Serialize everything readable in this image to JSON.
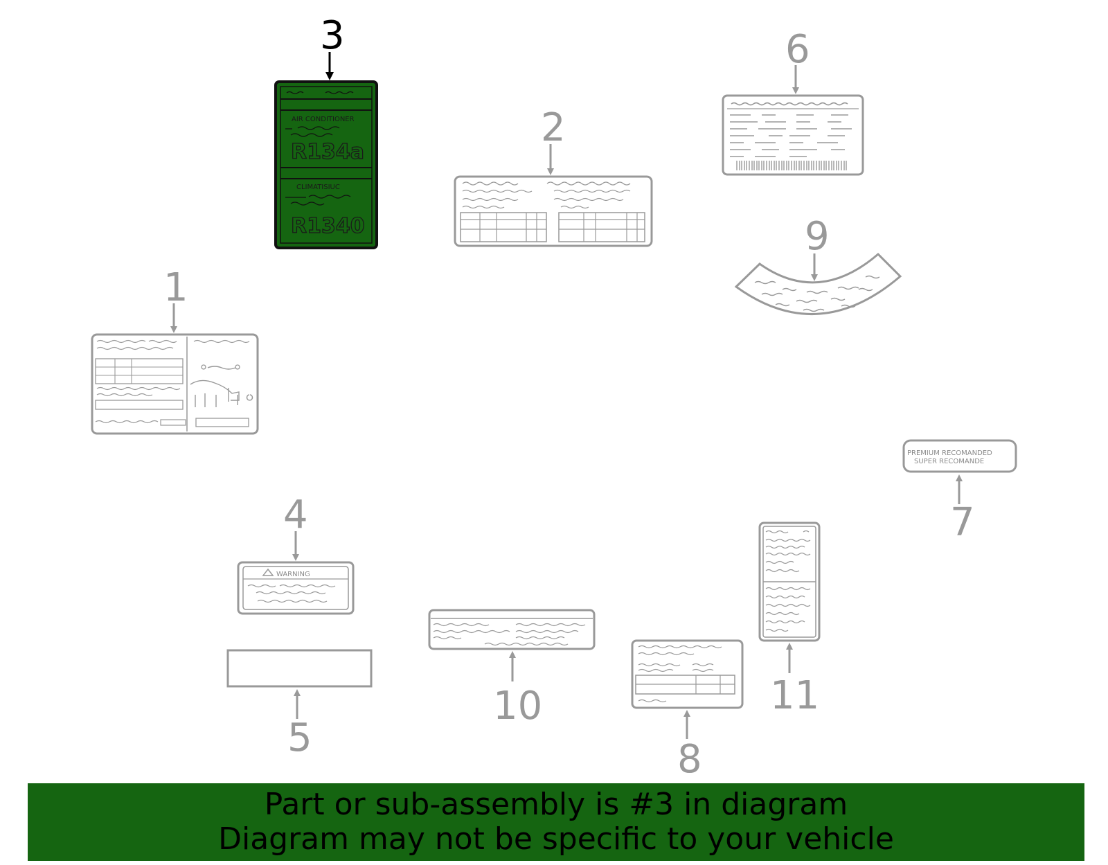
{
  "callouts": {
    "n1": "1",
    "n2": "2",
    "n3": "3",
    "n4": "4",
    "n5": "5",
    "n6": "6",
    "n7": "7",
    "n8": "8",
    "n9": "9",
    "n10": "10",
    "n11": "11"
  },
  "highlighted_part": "3",
  "colors": {
    "highlight_fill": "#156511",
    "highlight_outline": "#111111",
    "part_outline": "#999999",
    "banner_background": "#156511",
    "banner_text": "#000000"
  },
  "labels": {
    "part3_line1": "AIR CONDITIONER",
    "part3_code1": "R134a",
    "part3_line2": "CLIMATISIUC",
    "part3_code2": "R1340",
    "part4_title": "WARNING",
    "part7_line1": "PREMIUM RECOMANDED",
    "part7_line2": "SUPER  RECOMANDE"
  },
  "banner": {
    "line1": "Part or sub-assembly is #3 in diagram",
    "line2": "Diagram may not be specific to your vehicle"
  }
}
